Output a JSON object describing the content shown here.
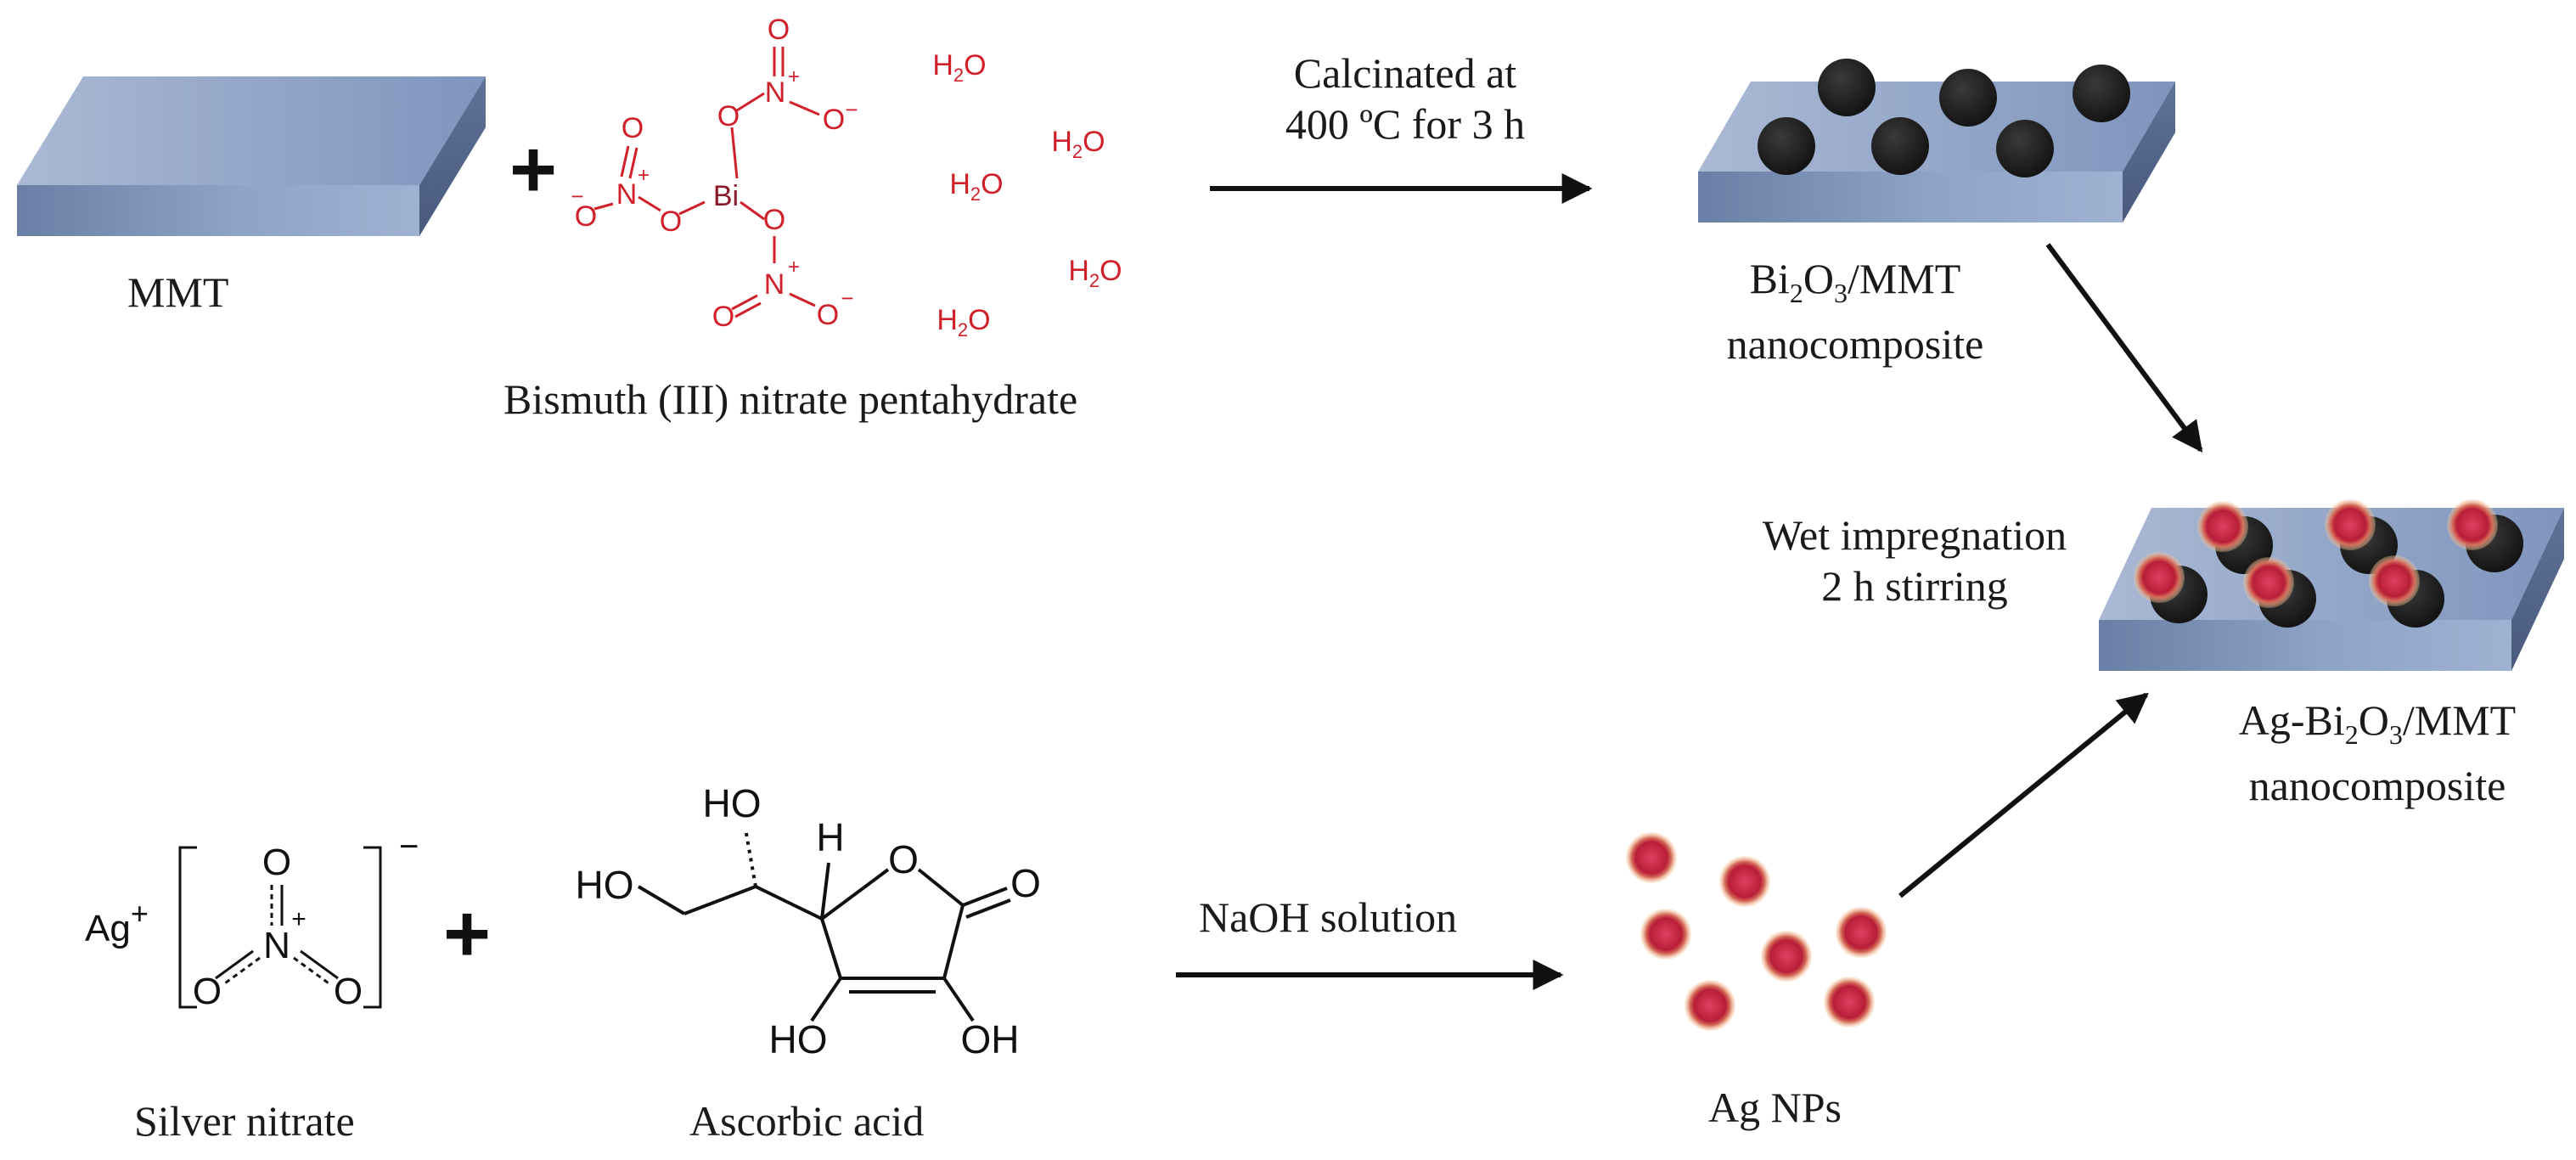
{
  "colors": {
    "slab_top": "#8fa4c8",
    "slab_front": "#6f87ad",
    "slab_side": "#55678b",
    "bi2o3_particle": "#1f1f1f",
    "ag_particle": "#c0243a",
    "ag_glow": "#f0b878",
    "molecule_red": "#d0202a",
    "ink": "#111111"
  },
  "plus_sign": "+",
  "labels": {
    "mmt": "MMT",
    "bismuth_nitrate": "Bismuth (III) nitrate pentahydrate",
    "calcination_line1": "Calcinated at",
    "calcination_line2": "400 ºC for 3 h",
    "bi2o3_prefix": "Bi",
    "bi2o3_sub1": "2",
    "bi2o3_mid": "O",
    "bi2o3_sub2": "3",
    "bi2o3_suffix": "/MMT",
    "nanocomposite": "nanocomposite",
    "wet_line1": "Wet impregnation",
    "wet_line2": "2 h stirring",
    "agbi_prefix": "Ag-Bi",
    "agbi_sub1": "2",
    "agbi_mid": "O",
    "agbi_sub2": "3",
    "agbi_suffix": "/MMT",
    "silver_nitrate": "Silver nitrate",
    "ascorbic_acid": "Ascorbic acid",
    "naoh": "NaOH solution",
    "ag_nps": "Ag NPs"
  },
  "bismuth_molecule": {
    "center": "Bi",
    "oxygen": "O",
    "nitrogen": "N",
    "plus": "+",
    "minus": "−",
    "water_h": "H",
    "water_sub": "2",
    "water_o": "O"
  },
  "silver_molecule": {
    "cation": "Ag",
    "cation_charge": "+",
    "bracket_charge": "−",
    "n": "N",
    "n_charge": "+",
    "o": "O"
  },
  "ascorbic_molecule": {
    "ho_top": "HO",
    "ho_left": "HO",
    "h": "H",
    "ring_o": "O",
    "carbonyl_o": "O",
    "ho_bottom": "HO",
    "oh_bottom": "OH"
  }
}
